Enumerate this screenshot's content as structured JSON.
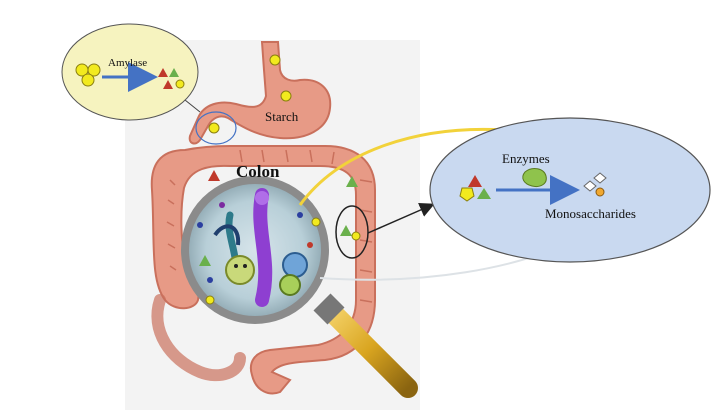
{
  "labels": {
    "amylase": "Amylase",
    "starch": "Starch",
    "colon": "Colon",
    "enzymes": "Enzymes",
    "monosaccharides": "Monosaccharides"
  },
  "colors": {
    "intestine": "#e79a86",
    "intestine_dark": "#c9705c",
    "bubble_left": "#f6f3bf",
    "bubble_right": "#c9d9f0",
    "glucose": "#f2ea1e",
    "arrow": "#4472c4",
    "triangle_red": "#c0392b",
    "triangle_green": "#6ab04c",
    "enzyme": "#8fc34c",
    "lens_handle": "#d9a520"
  },
  "icons": {
    "magnifier": "magnifying-glass-icon",
    "bacteria": "gut-bacteria-icon"
  }
}
